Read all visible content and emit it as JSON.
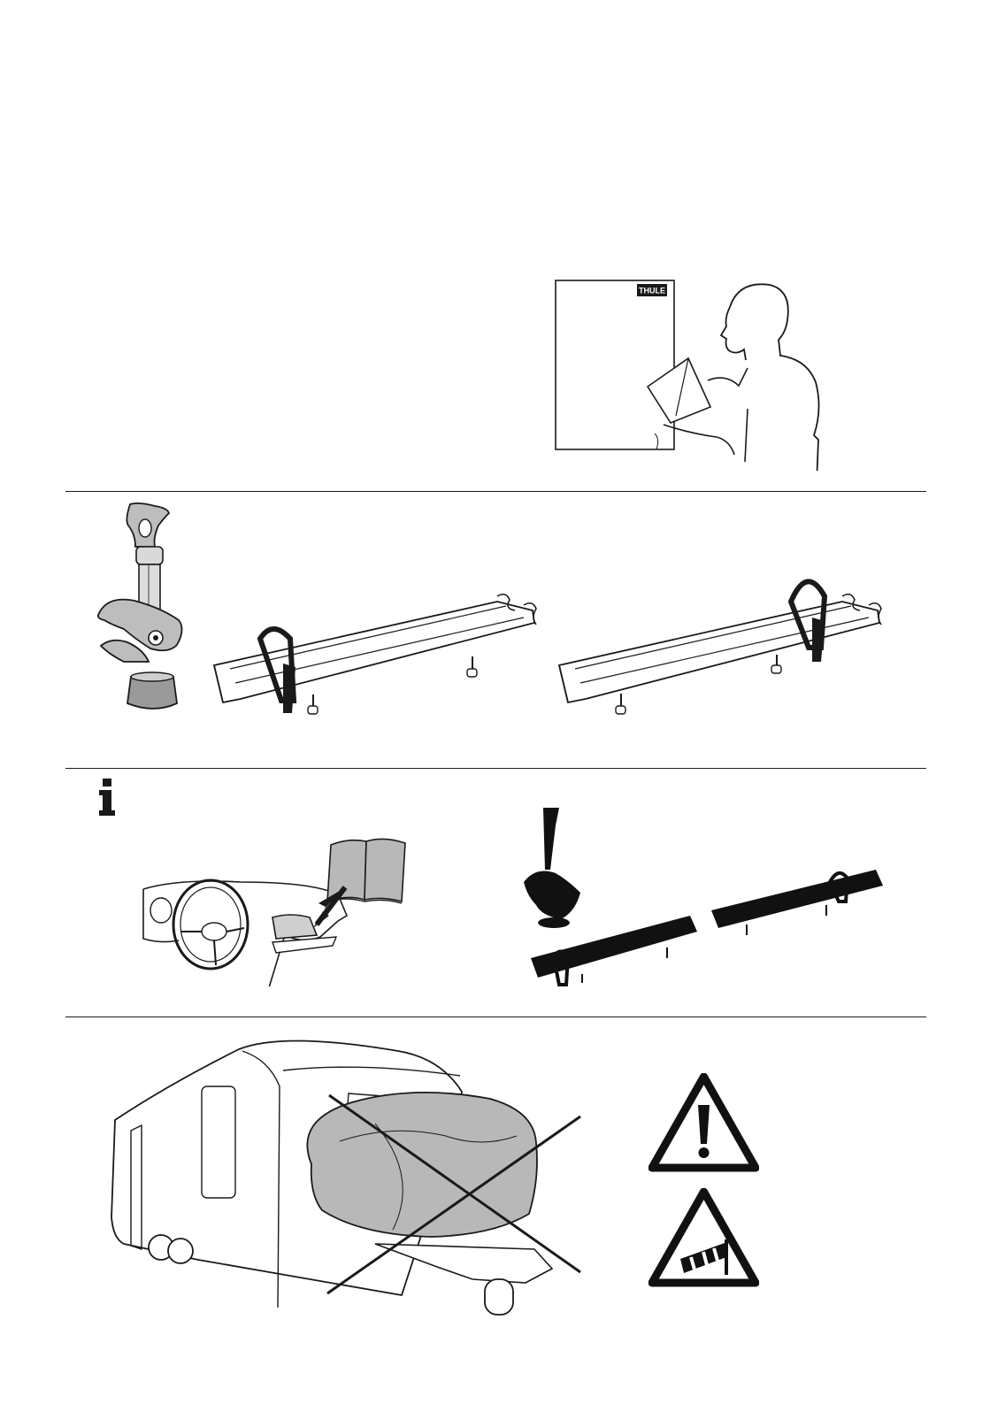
{
  "document": {
    "brand_logo_text": "THULE",
    "sections": [
      {
        "name": "read-instructions",
        "icons": [
          "manual-sheet-icon",
          "person-reading-icon"
        ]
      },
      {
        "name": "package-contents",
        "icons": [
          "bike-fork-holder-icon",
          "wheel-rail-icon"
        ]
      },
      {
        "name": "information",
        "icons": [
          "info-icon",
          "glovebox-manual-icon",
          "parts-overview-icon"
        ]
      },
      {
        "name": "warnings",
        "icons": [
          "caravan-covered-bike-prohibited-icon",
          "warning-triangle-icon",
          "wind-warning-icon"
        ]
      }
    ]
  },
  "colors": {
    "line": "#1a1a1a",
    "fill_grey": "#b8b8b8",
    "fill_light": "#d9d9d9",
    "fill_dark": "#111111"
  }
}
